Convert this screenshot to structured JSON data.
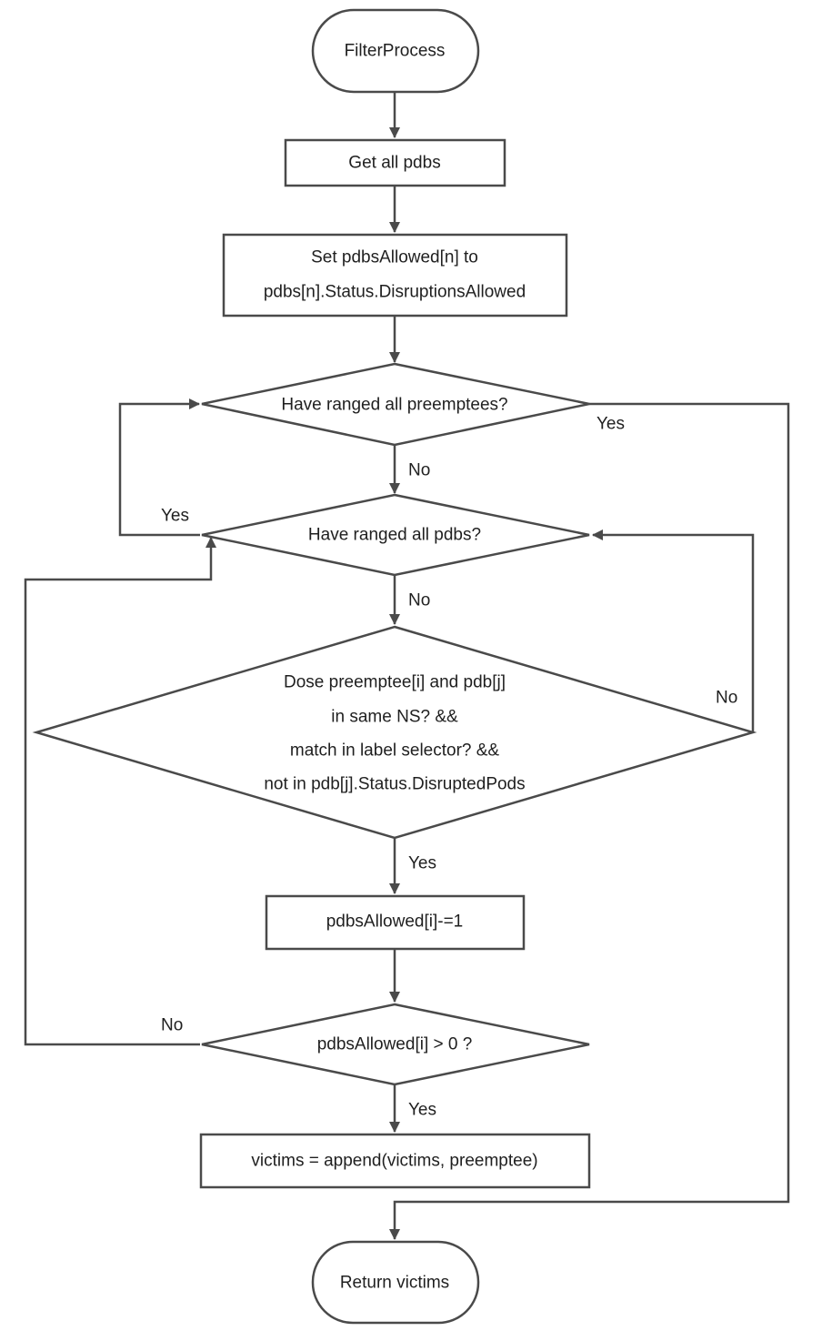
{
  "colors": {
    "stroke": "#4a4a4a",
    "text": "#1f1f1f",
    "background": "#ffffff"
  },
  "nodes": {
    "start": "FilterProcess",
    "get_pdbs": "Get all pdbs",
    "set_allowed": [
      "Set pdbsAllowed[n] to",
      "pdbs[n].Status.DisruptionsAllowed"
    ],
    "ranged_preemptees": "Have ranged all preemptees?",
    "ranged_pdbs": "Have ranged all pdbs?",
    "match_check": [
      "Dose preemptee[i] and pdb[j]",
      "in same NS? &&",
      "match in label selector? &&",
      "not in pdb[j].Status.DisruptedPods"
    ],
    "decrement": "pdbsAllowed[i]-=1",
    "allowed_check": "pdbsAllowed[i] > 0 ?",
    "append_victims": "victims = append(victims, preemptee)",
    "end": "Return victims"
  },
  "edges": {
    "preemptees_yes": "Yes",
    "preemptees_no": "No",
    "pdbs_yes": "Yes",
    "pdbs_no": "No",
    "match_no": "No",
    "match_yes": "Yes",
    "allowed_no": "No",
    "allowed_yes": "Yes"
  }
}
